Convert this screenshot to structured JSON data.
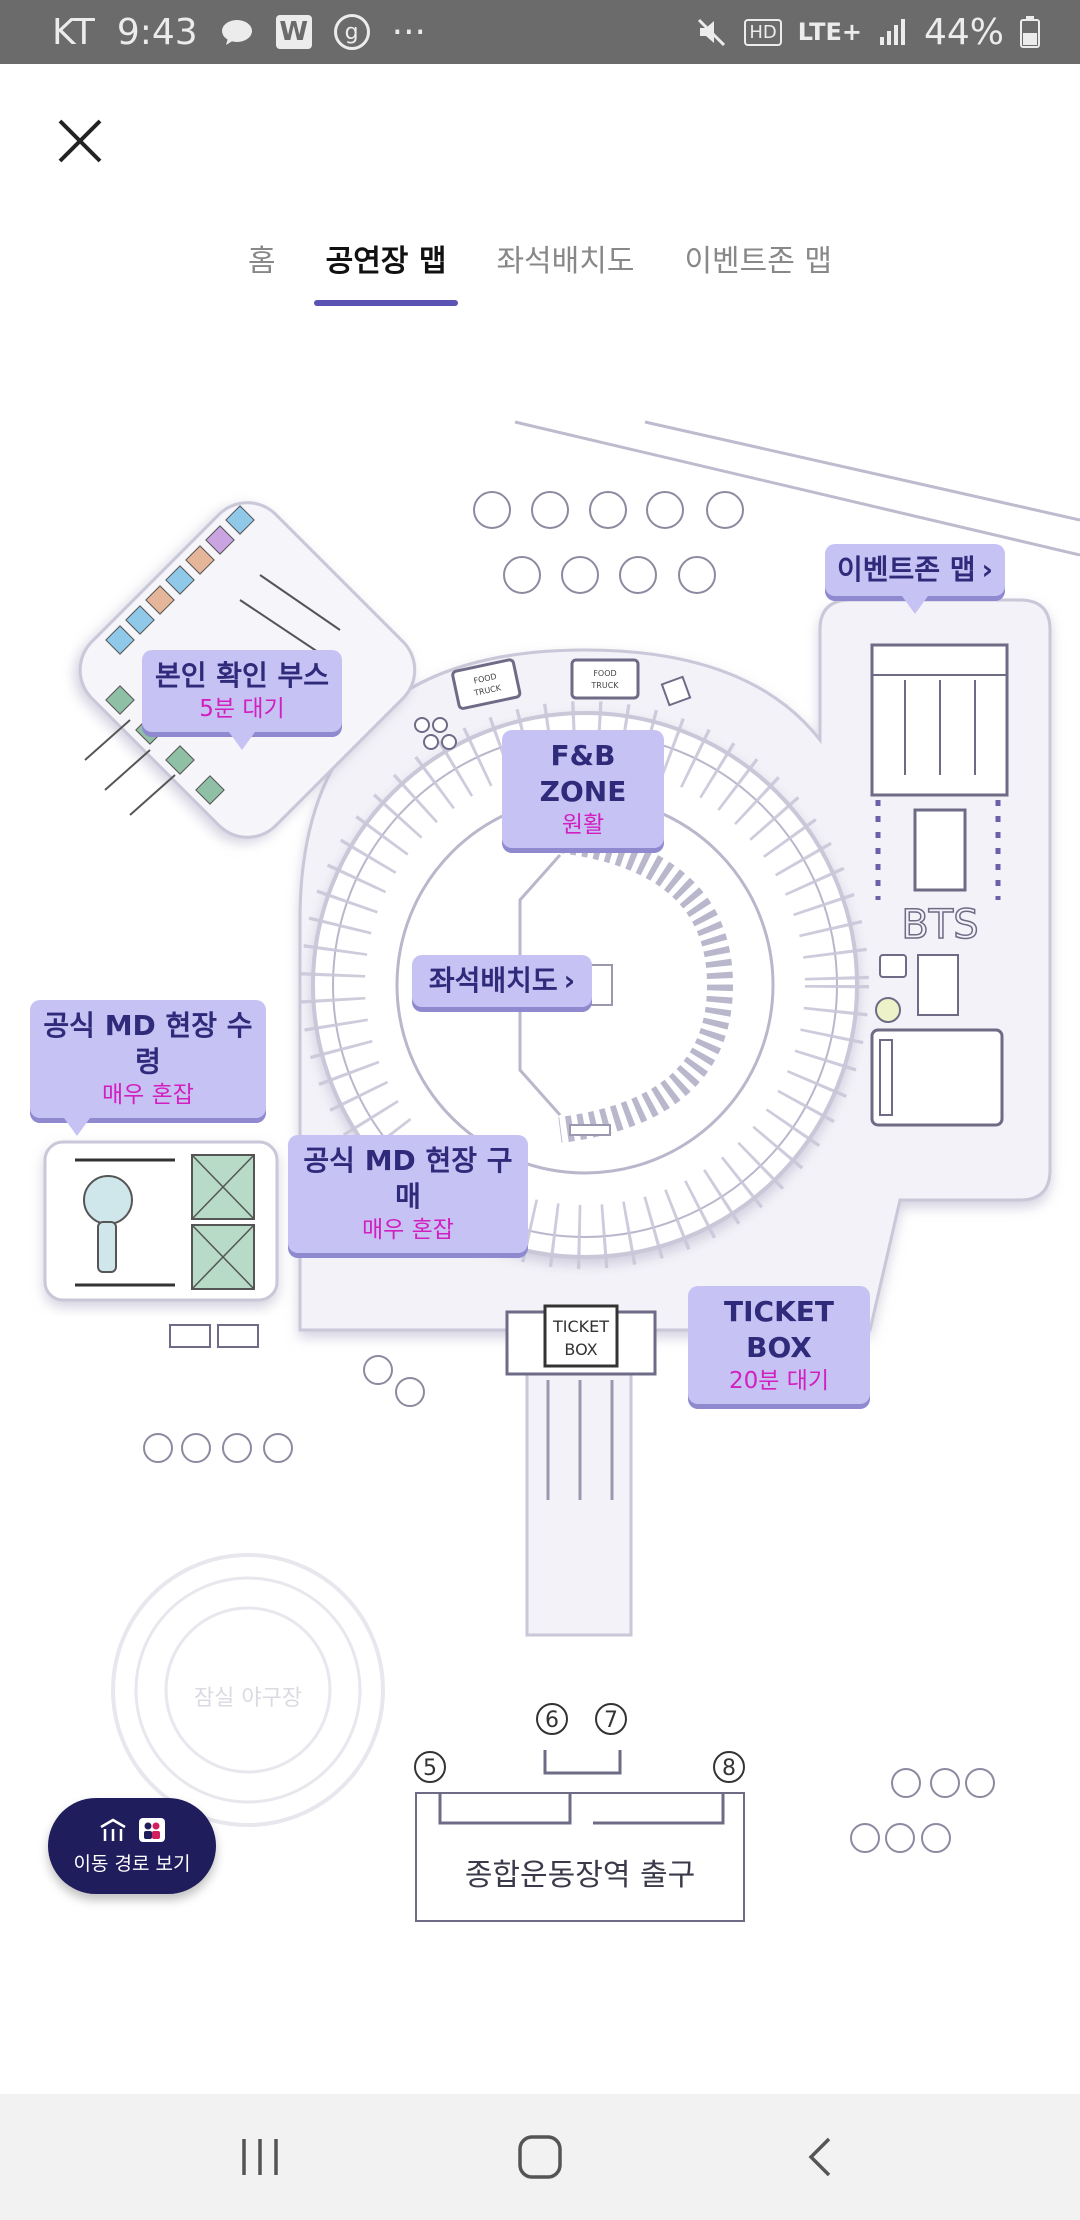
{
  "status_bar": {
    "carrier": "KT",
    "time": "9:43",
    "app_icon_w": "W",
    "app_icon_g": "g",
    "more": "···",
    "network": "LTE+",
    "hd": "HD",
    "battery": "44%"
  },
  "tabs": [
    {
      "label": "홈",
      "active": false
    },
    {
      "label": "공연장 맵",
      "active": true
    },
    {
      "label": "좌석배치도",
      "active": false
    },
    {
      "label": "이벤트존 맵",
      "active": false
    }
  ],
  "map": {
    "food_truck_label": "FOOD TRUCK",
    "stage_label": "BTS",
    "ticket_box_label_1": "TICKET",
    "ticket_box_label_2": "BOX",
    "baseball_stadium_label": "잠실 야구장",
    "exit_label": "종합운동장역 출구",
    "exit_numbers": [
      "5",
      "6",
      "7",
      "8"
    ]
  },
  "callouts": {
    "id_booth": {
      "title": "본인 확인 부스",
      "status": "5분 대기"
    },
    "fnb_zone": {
      "title": "F&B ZONE",
      "status": "원활"
    },
    "event_zone": {
      "title": "이벤트존 맵"
    },
    "seat_map": {
      "title": "좌석배치도"
    },
    "md_pickup": {
      "title": "공식 MD 현장 수령",
      "status": "매우 혼잡"
    },
    "md_purchase": {
      "title": "공식 MD 현장 구매",
      "status": "매우 혼잡"
    },
    "ticket_box": {
      "title": "TICKET BOX",
      "status": "20분 대기"
    }
  },
  "route_button": {
    "label": "이동 경로 보기"
  },
  "colors": {
    "accent": "#5b53b4",
    "callout_bg": "#c7c2f4",
    "callout_text": "#2f2a7a",
    "status_text": "#d21fbf",
    "route_button_bg": "#1f1d5c"
  }
}
